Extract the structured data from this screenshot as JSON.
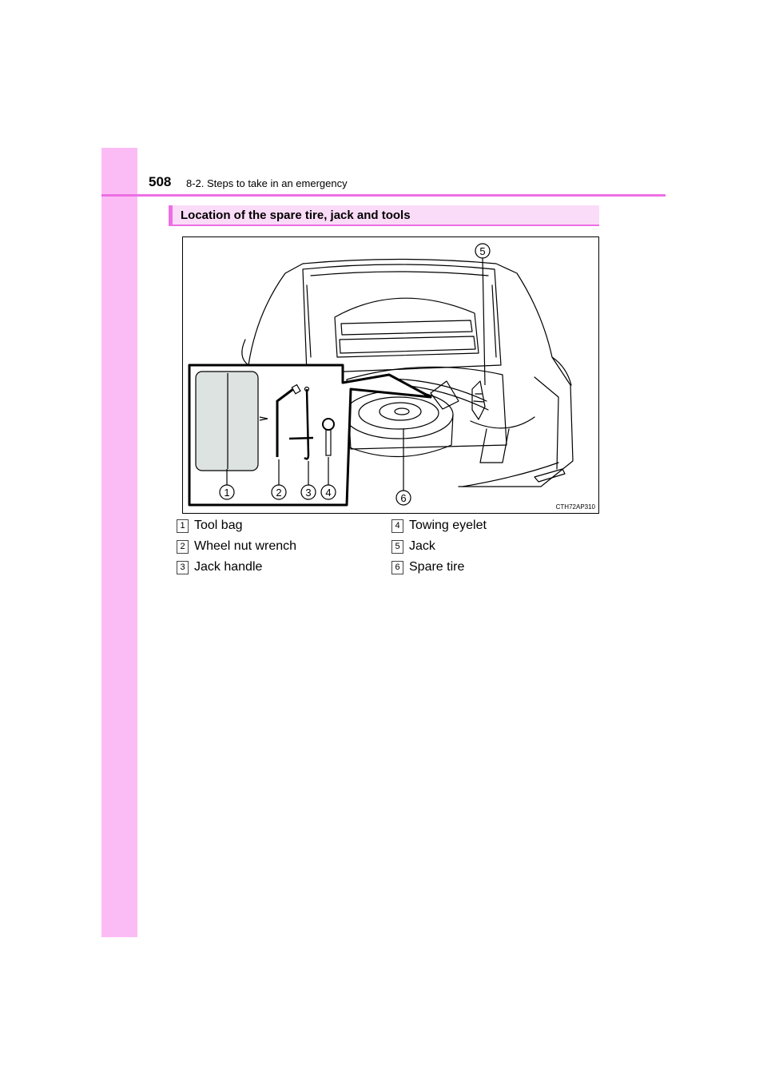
{
  "header": {
    "page_number": "508",
    "section_title": "8-2. Steps to take in an emergency"
  },
  "section": {
    "heading": "Location of the spare tire, jack and tools"
  },
  "figure": {
    "code": "CTH72AP310",
    "callouts": [
      "1",
      "2",
      "3",
      "4",
      "5",
      "6"
    ]
  },
  "legend": [
    {
      "num": "1",
      "label": "Tool bag"
    },
    {
      "num": "2",
      "label": "Wheel nut wrench"
    },
    {
      "num": "3",
      "label": "Jack handle"
    },
    {
      "num": "4",
      "label": "Towing eyelet"
    },
    {
      "num": "5",
      "label": "Jack"
    },
    {
      "num": "6",
      "label": "Spare tire"
    }
  ]
}
